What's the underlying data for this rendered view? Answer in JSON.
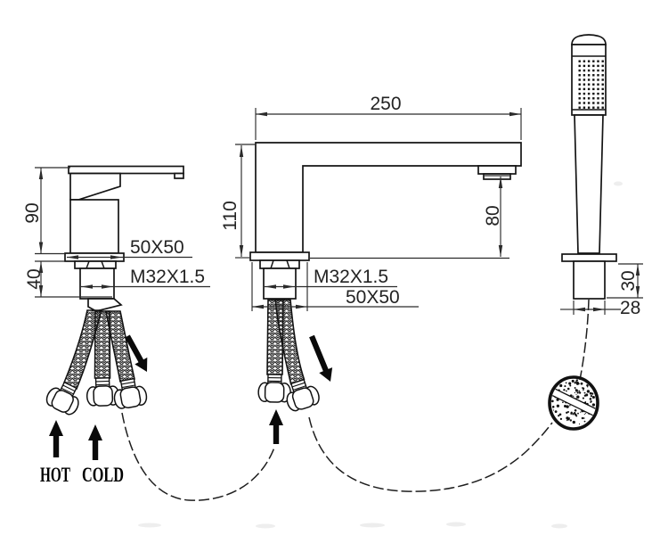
{
  "diagram": {
    "type": "technical-installation-drawing",
    "subject": "3-hole deck mounted bath shower mixer with hand shower",
    "colors": {
      "background": "#ffffff",
      "line": "#141414",
      "dimension": "#2b2b2b"
    },
    "mixer": {
      "height_above_deck": "90",
      "height_below_deck": "40",
      "base_size": "50X50",
      "thread": "M32X1.5"
    },
    "spout": {
      "reach": "250",
      "height": "110",
      "outlet_clearance": "80",
      "thread": "M32X1.5",
      "base_size": "50X50"
    },
    "handshower": {
      "tail_height": "30",
      "tail_width": "28"
    },
    "supply": {
      "hot": "HOT",
      "cold": "COLD"
    }
  }
}
